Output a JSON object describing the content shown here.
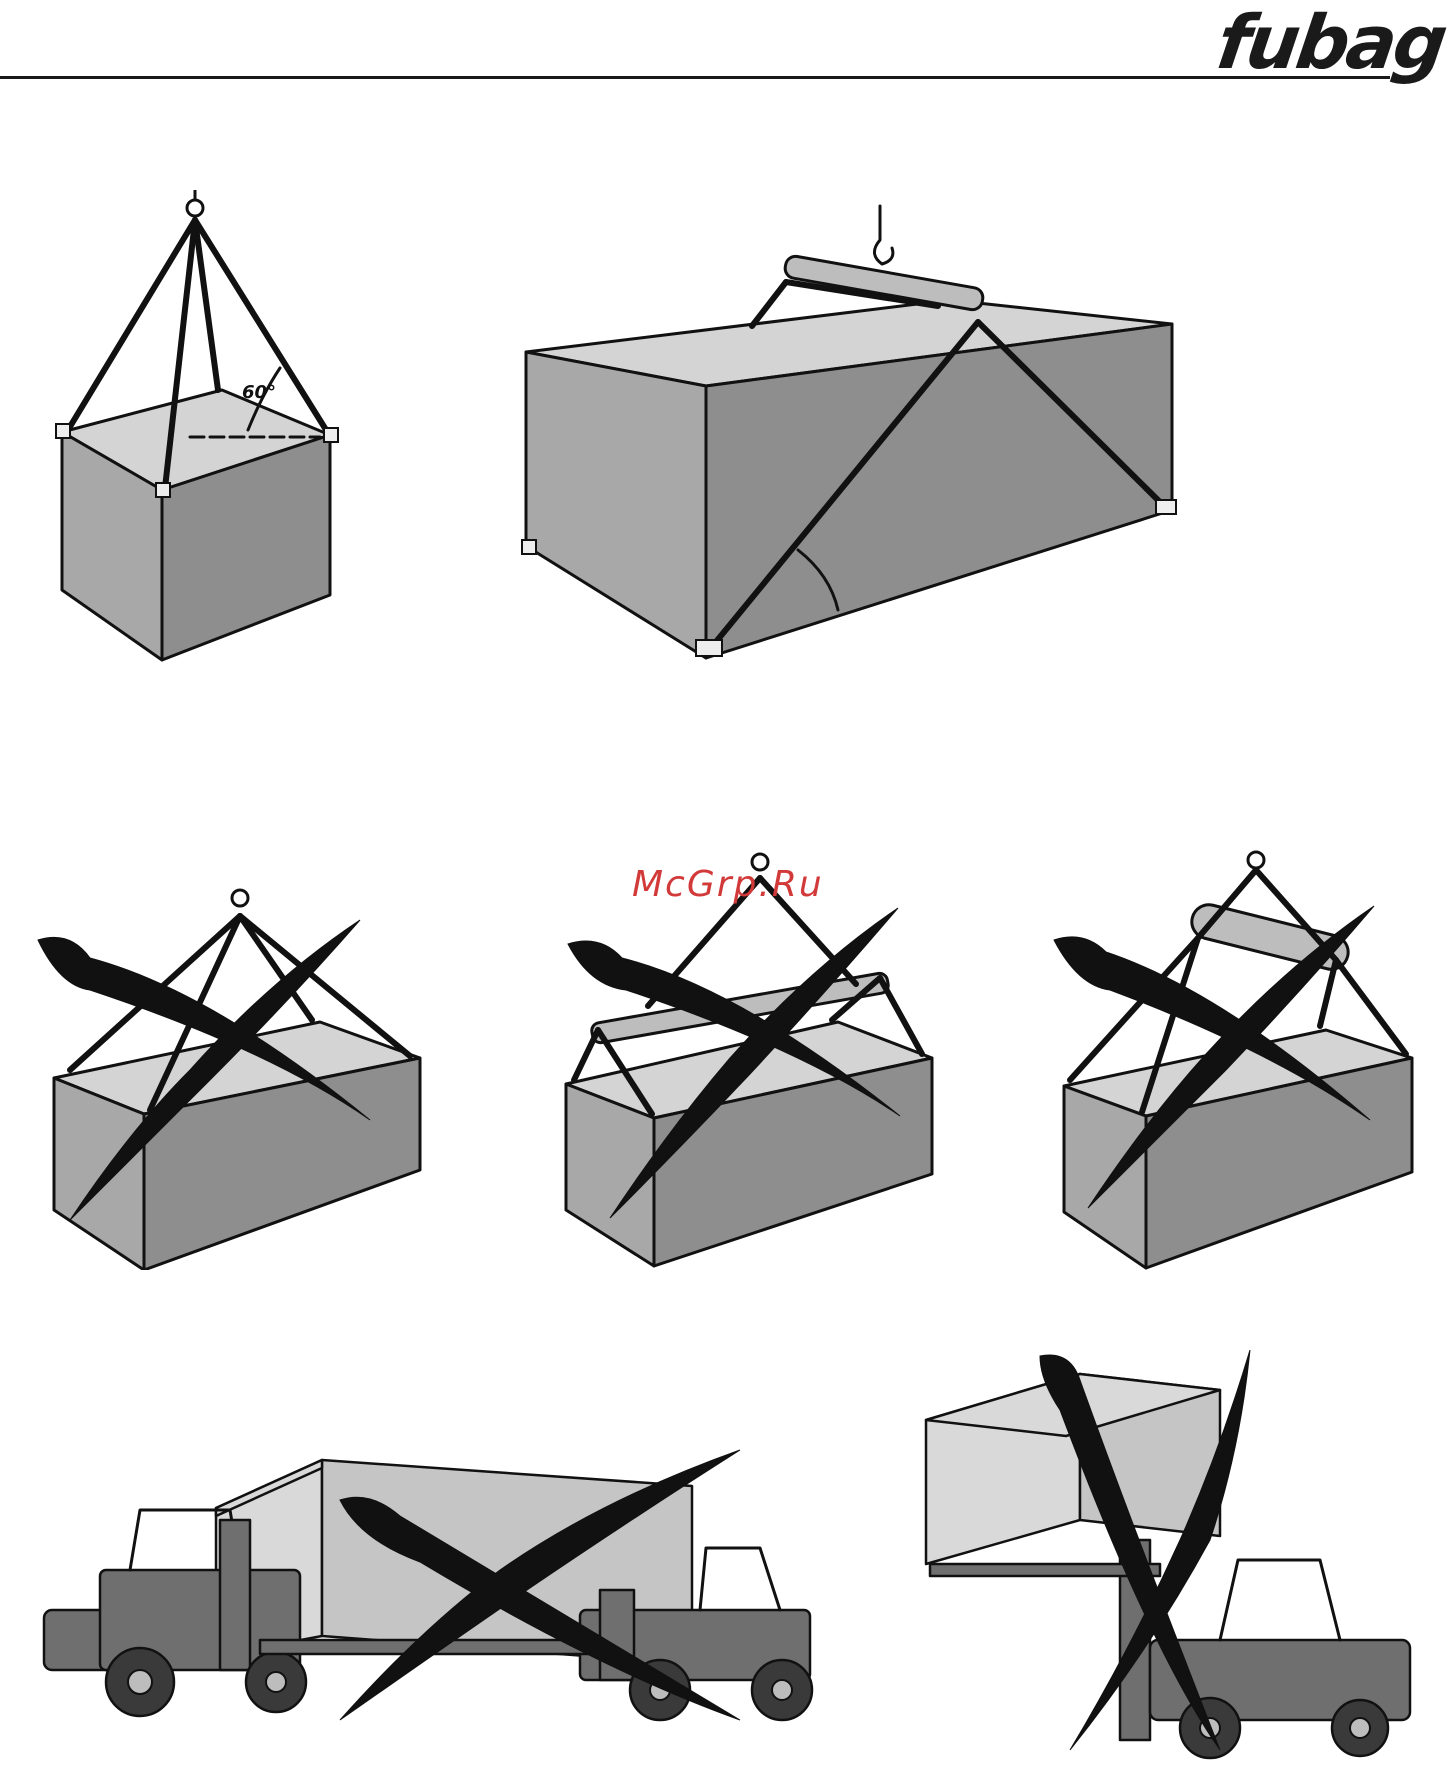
{
  "header": {
    "brand": "fubag"
  },
  "watermark": "McGrp.Ru",
  "figures": {
    "angle_label": "60°"
  }
}
